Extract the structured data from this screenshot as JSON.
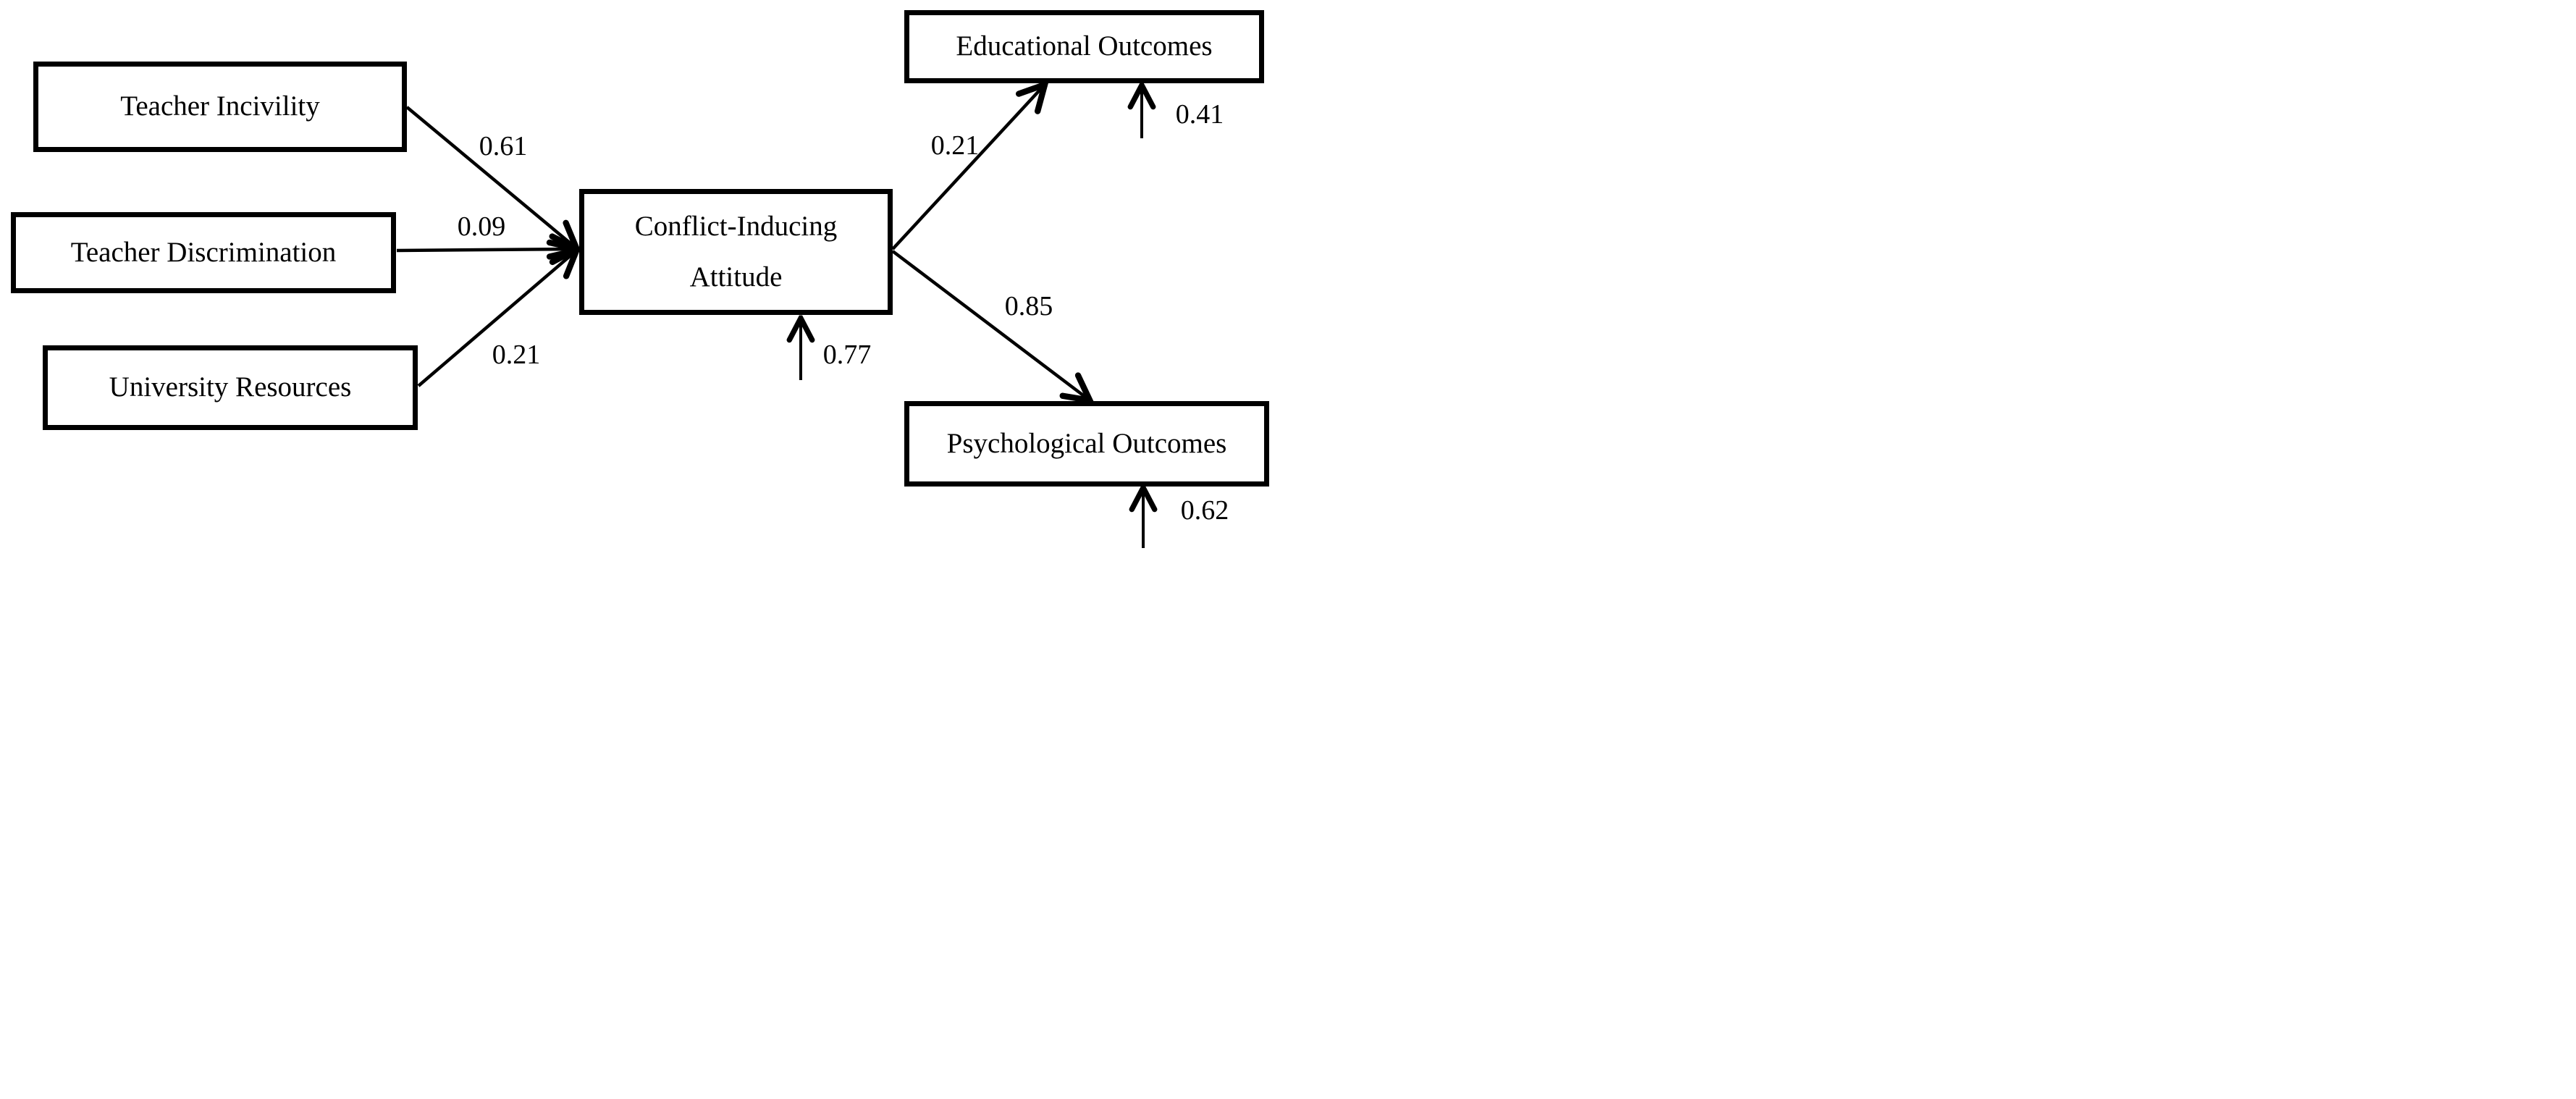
{
  "diagram": {
    "type": "path-model",
    "background_color": "#ffffff",
    "line_color": "#000000",
    "nodes": {
      "teacher_incivility": {
        "label": "Teacher Incivility"
      },
      "teacher_discrimination": {
        "label": "Teacher Discrimination"
      },
      "university_resources": {
        "label": "University Resources"
      },
      "conflict_inducing_attitude": {
        "line1": "Conflict-Inducing",
        "line2": "Attitude"
      },
      "educational_outcomes": {
        "label": "Educational Outcomes"
      },
      "psychological_outcomes": {
        "label": "Psychological Outcomes"
      }
    },
    "edges": {
      "ti_to_cia": {
        "from": "Teacher Incivility",
        "to": "Conflict-Inducing Attitude",
        "value": "0.61"
      },
      "td_to_cia": {
        "from": "Teacher Discrimination",
        "to": "Conflict-Inducing Attitude",
        "value": "0.09"
      },
      "ur_to_cia": {
        "from": "University Resources",
        "to": "Conflict-Inducing Attitude",
        "value": "0.21"
      },
      "cia_to_eo": {
        "from": "Conflict-Inducing Attitude",
        "to": "Educational Outcomes",
        "value": "0.21"
      },
      "cia_to_po": {
        "from": "Conflict-Inducing Attitude",
        "to": "Psychological Outcomes",
        "value": "0.85"
      }
    },
    "residuals": {
      "cia": {
        "target": "Conflict-Inducing Attitude",
        "value": "0.77"
      },
      "eo": {
        "target": "Educational Outcomes",
        "value": "0.41"
      },
      "po": {
        "target": "Psychological Outcomes",
        "value": "0.62"
      }
    }
  }
}
